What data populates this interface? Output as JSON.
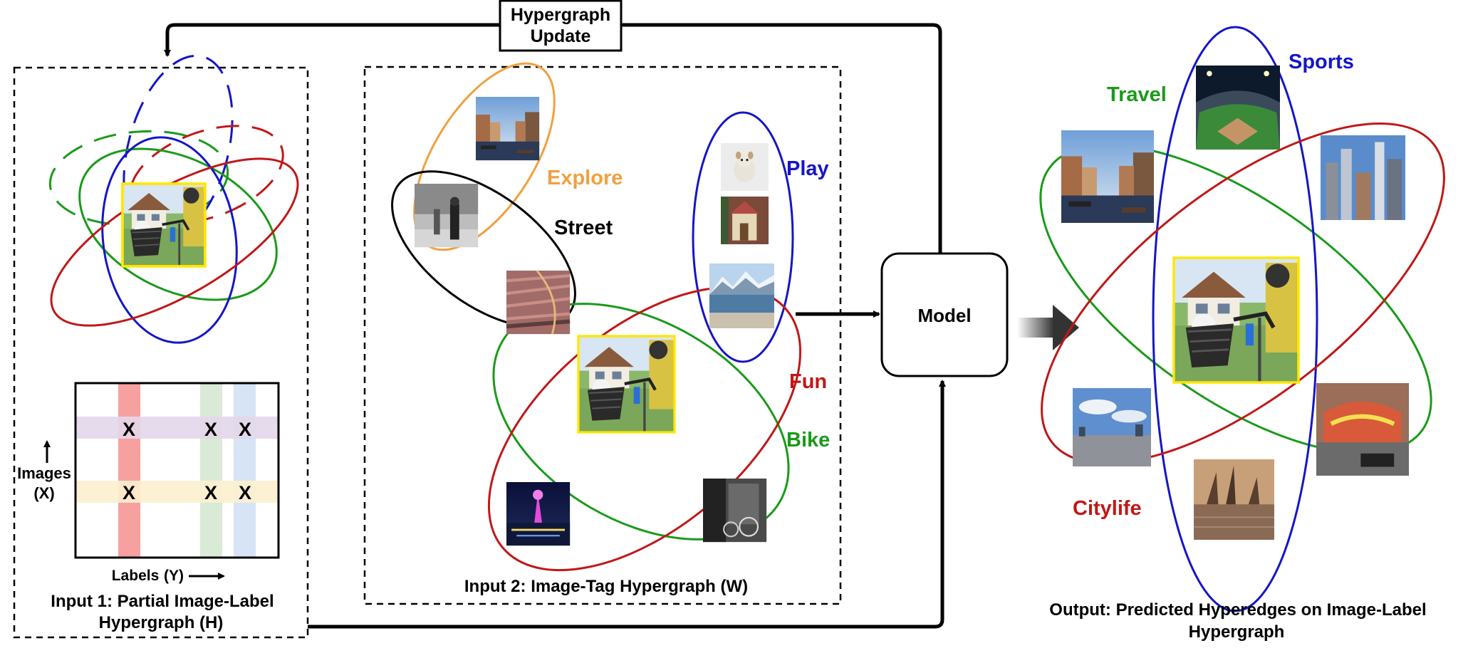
{
  "top_box": {
    "line1": "Hypergraph",
    "line2": "Update"
  },
  "model": {
    "label": "Model"
  },
  "input1": {
    "caption_line1": "Input 1: Partial Image-Label",
    "caption_line2": "Hypergraph (H)",
    "axis_y_line1": "Images",
    "axis_y_line2": "(X)",
    "axis_x_text": "Labels",
    "axis_x_sym": "(Y)",
    "marks": [
      "X",
      "X",
      "X",
      "X",
      "X",
      "X"
    ]
  },
  "input2": {
    "caption": "Input 2: Image-Tag Hypergraph (W)",
    "tags": {
      "explore": "Explore",
      "street": "Street",
      "play": "Play",
      "fun": "Fun",
      "bike": "Bike"
    }
  },
  "output": {
    "caption_line1": "Output: Predicted Hyperedges on Image-Label",
    "caption_line2": "Hypergraph",
    "labels": {
      "travel": "Travel",
      "sports": "Sports",
      "citylife": "Citylife"
    }
  },
  "colors": {
    "green": "#1a9a1a",
    "blue": "#1515c8",
    "red": "#c01818",
    "orange": "#f0a040",
    "black": "#000000",
    "yellow_border": "#ffe600",
    "matrix_red": "#f7a0a0",
    "matrix_purple": "#e3d7ea",
    "matrix_green": "#d9ead6",
    "matrix_blue": "#d6e4f5",
    "matrix_yellow": "#fdefcf"
  }
}
